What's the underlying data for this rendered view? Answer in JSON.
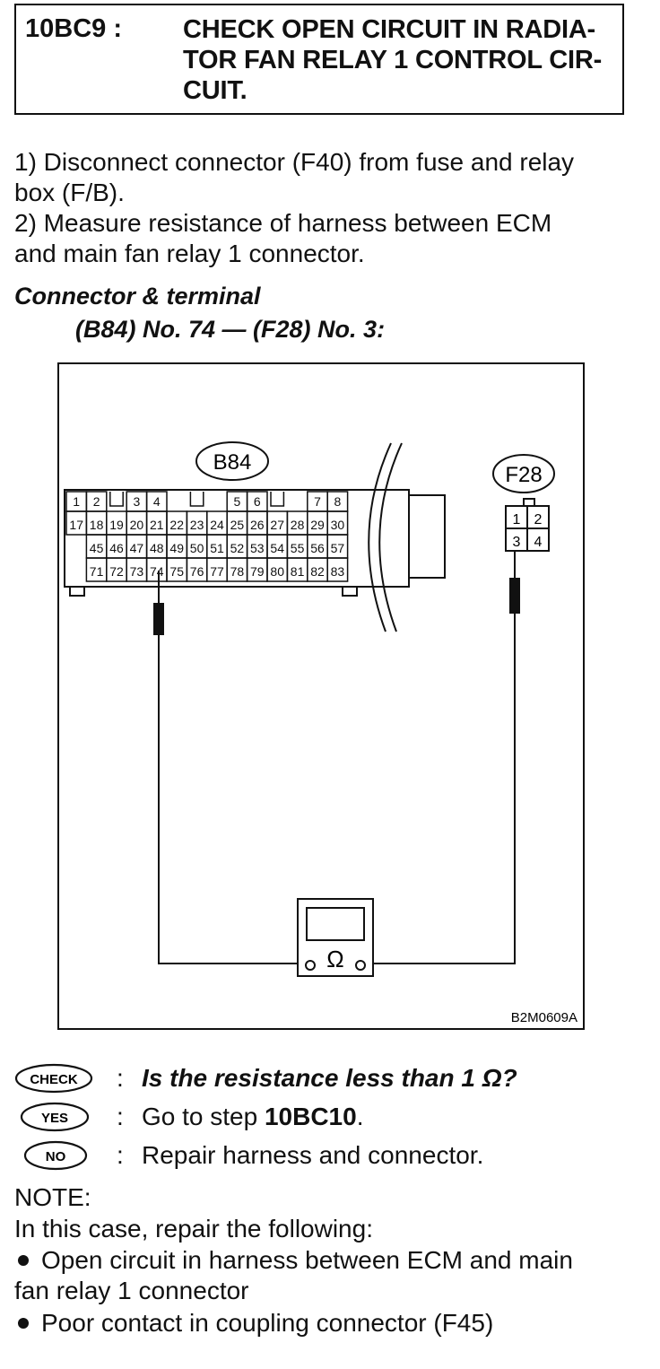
{
  "step": {
    "code": "10BC9 :",
    "title_lines": [
      "CHECK OPEN CIRCUIT IN RADIA-",
      "TOR FAN RELAY 1 CONTROL CIR-",
      "CUIT."
    ]
  },
  "instructions": [
    [
      "1)  Disconnect connector (F40) from fuse and relay",
      "box (F/B)."
    ],
    [
      "2)  Measure resistance of harness between ECM",
      "and main fan relay 1 connector."
    ]
  ],
  "spec": {
    "heading": "Connector & terminal",
    "value": "(B84) No. 74 — (F28) No. 3:"
  },
  "diagram": {
    "connector_ecm": "B84",
    "connector_relay": "F28",
    "ecm_row1_labels": [
      "1",
      "2",
      "3",
      "4",
      "5",
      "6",
      "7",
      "8"
    ],
    "ecm_row2_labels": [
      "17",
      "18",
      "19",
      "20",
      "21",
      "22",
      "23",
      "24",
      "25",
      "26",
      "27",
      "28",
      "29",
      "30"
    ],
    "ecm_row3_labels": [
      "45",
      "46",
      "47",
      "48",
      "49",
      "50",
      "51",
      "52",
      "53",
      "54",
      "55",
      "56",
      "57"
    ],
    "ecm_row4_labels": [
      "71",
      "72",
      "73",
      "74",
      "75",
      "76",
      "77",
      "78",
      "79",
      "80",
      "81",
      "82",
      "83"
    ],
    "relay_pins": [
      "1",
      "2",
      "3",
      "4"
    ],
    "meter_symbol": "Ω",
    "figure_id": "B2M0609A"
  },
  "answers": [
    {
      "badge": "CHECK",
      "text": "Is the resistance less than 1 Ω?"
    },
    {
      "badge": "YES",
      "text_pre": "Go to step ",
      "text_bold": "10BC10",
      "text_post": "."
    },
    {
      "badge": "NO",
      "text": "Repair harness and connector."
    }
  ],
  "note": {
    "label": "NOTE:",
    "intro": "In this case, repair the following:",
    "bullets": [
      [
        "Open circuit in harness between ECM and main",
        "fan relay 1 connector"
      ],
      [
        "Poor contact in coupling connector (F45)"
      ]
    ]
  }
}
